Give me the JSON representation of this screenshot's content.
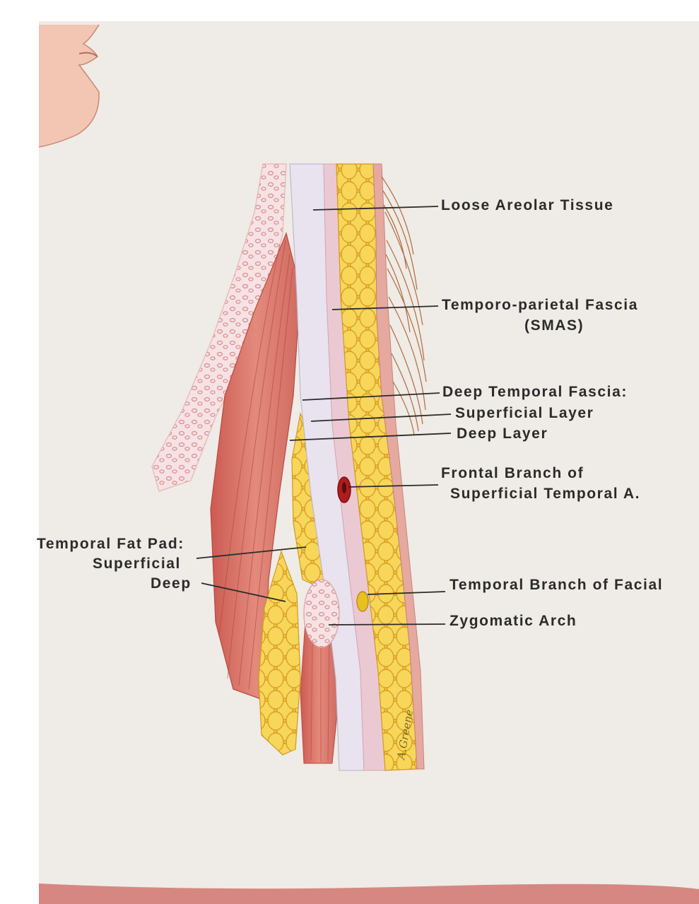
{
  "labels": {
    "loose_areolar": "Loose Areolar Tissue",
    "temporoparietal_1": "Temporo-parietal Fascia",
    "temporoparietal_2": "(SMAS)",
    "deep_temporal_fascia": "Deep Temporal Fascia:",
    "superficial_layer": "Superficial  Layer",
    "deep_layer": "Deep Layer",
    "frontal_branch_1": "Frontal Branch of",
    "frontal_branch_2": "Superficial Temporal A.",
    "fat_pad": "Temporal Fat Pad:",
    "fat_superficial": "Superficial",
    "fat_deep": "Deep",
    "facial_branch": "Temporal Branch of Facial",
    "zygomatic_arch": "Zygomatic Arch"
  },
  "colors": {
    "paper": "#efebe6",
    "fat": "#f2c43a",
    "muscle": "#d97468",
    "fascia": "#e7e1ea",
    "artery": "#b01c1c",
    "nerve": "#e8c020",
    "skin": "#f0b8a0",
    "ink": "#2b2b2b"
  }
}
